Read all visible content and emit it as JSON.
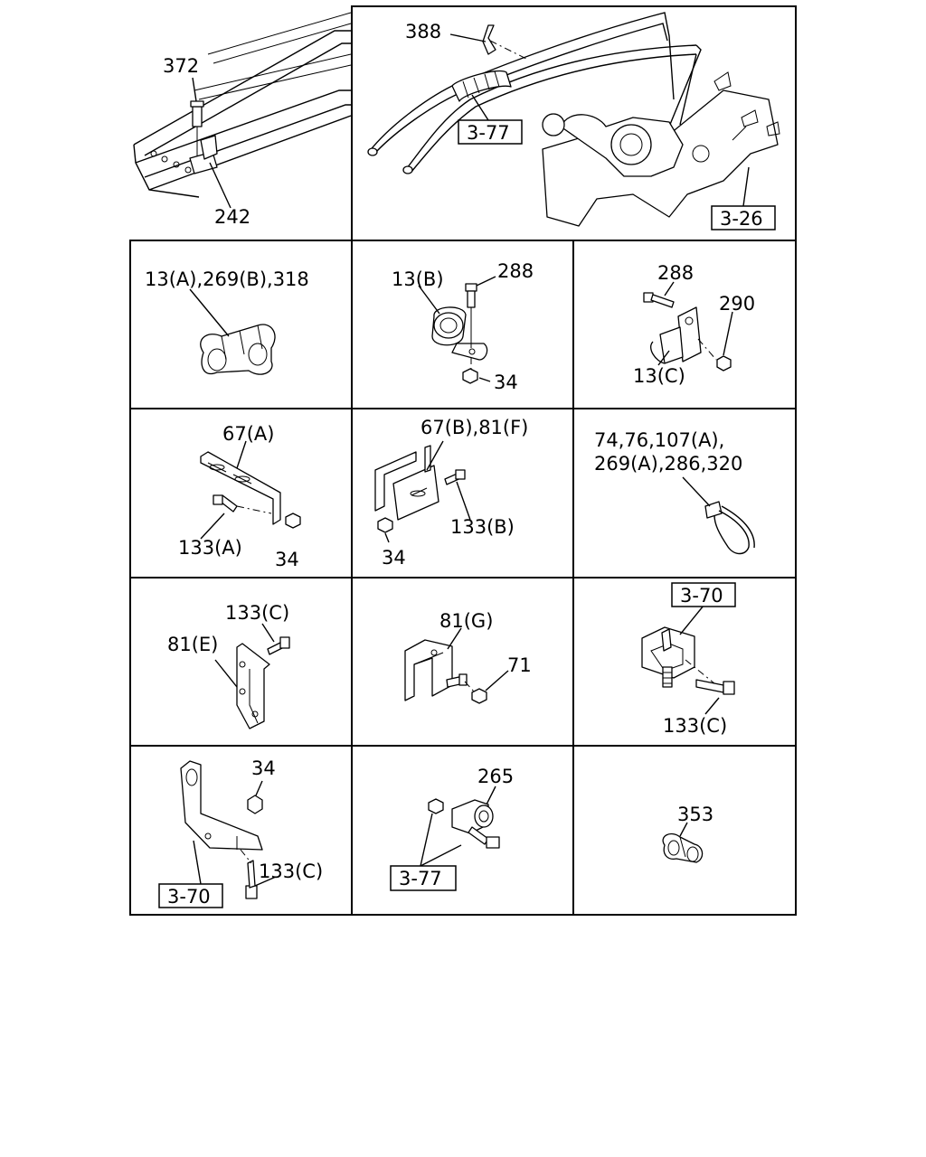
{
  "top_left": {
    "callouts": [
      "372",
      "242"
    ]
  },
  "top_right": {
    "callouts": [
      "388"
    ],
    "refs": [
      "3-77",
      "3-26"
    ]
  },
  "cells": [
    {
      "labels": [
        "13(A),269(B),318"
      ]
    },
    {
      "labels": [
        "13(B)",
        "288",
        "34"
      ]
    },
    {
      "labels": [
        "288",
        "290",
        "13(C)"
      ]
    },
    {
      "labels": [
        "67(A)",
        "133(A)",
        "34"
      ]
    },
    {
      "labels": [
        "67(B),81(F)",
        "133(B)",
        "34"
      ]
    },
    {
      "labels": [
        "74,76,107(A),",
        "269(A),286,320"
      ]
    },
    {
      "labels": [
        "133(C)",
        "81(E)"
      ]
    },
    {
      "labels": [
        "81(G)",
        "71"
      ]
    },
    {
      "labels": [
        "133(C)"
      ],
      "refs": [
        "3-70"
      ]
    },
    {
      "labels": [
        "34",
        "133(C)"
      ],
      "refs": [
        "3-70"
      ]
    },
    {
      "labels": [
        "265"
      ],
      "refs": [
        "3-77"
      ]
    },
    {
      "labels": [
        "353"
      ]
    }
  ]
}
